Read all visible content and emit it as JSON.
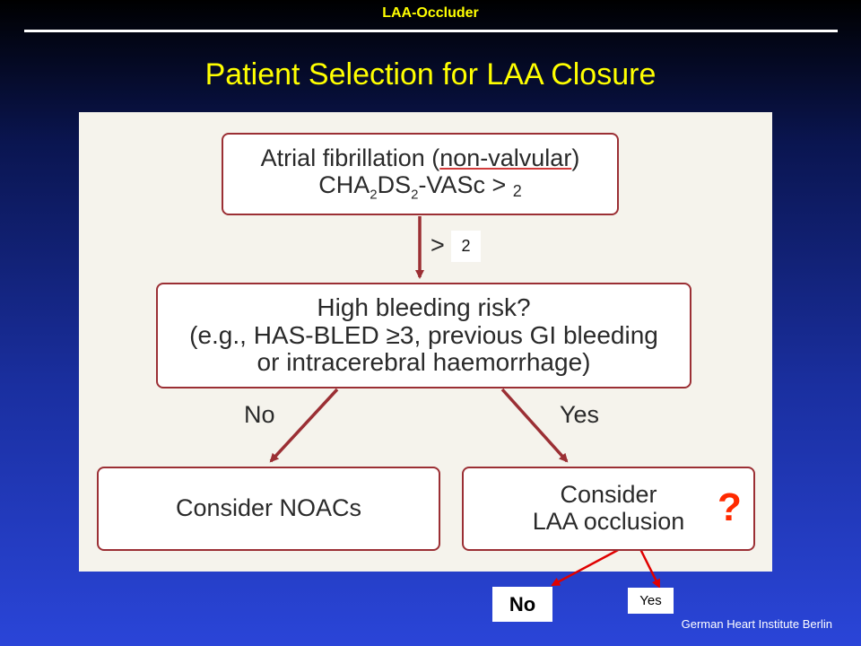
{
  "header": {
    "label": "LAA-Occluder"
  },
  "title": "Patient Selection for LAA Closure",
  "flowchart": {
    "box_af": {
      "line1_prefix": "Atrial fibrillation (",
      "line1_struck": "non-valvular",
      "line1_suffix": ")",
      "line2_cha": "CHA",
      "line2_sub1": "2",
      "line2_ds": "DS",
      "line2_sub2": "2",
      "line2_rest": "-VASc >",
      "line2_threshold": "2"
    },
    "edge_af_bleed": {
      "operator": ">",
      "value": "2"
    },
    "box_bleed": {
      "line1": "High bleeding risk?",
      "line2": "(e.g., HAS-BLED ≥3, previous GI bleeding",
      "line3": "or intracerebral haemorrhage)"
    },
    "edge_no_label": "No",
    "edge_yes_label": "Yes",
    "box_noac": {
      "label": "Consider NOACs"
    },
    "box_laa": {
      "line1": "Consider",
      "line2": "LAA occlusion"
    },
    "question_mark": "?"
  },
  "answers": {
    "no": "No",
    "yes": "Yes"
  },
  "footer": "German Heart Institute Berlin",
  "colors": {
    "title": "#ffff00",
    "flow_border": "#9b2f34",
    "annotation_red": "#ff0000",
    "question": "#ff2a00"
  }
}
